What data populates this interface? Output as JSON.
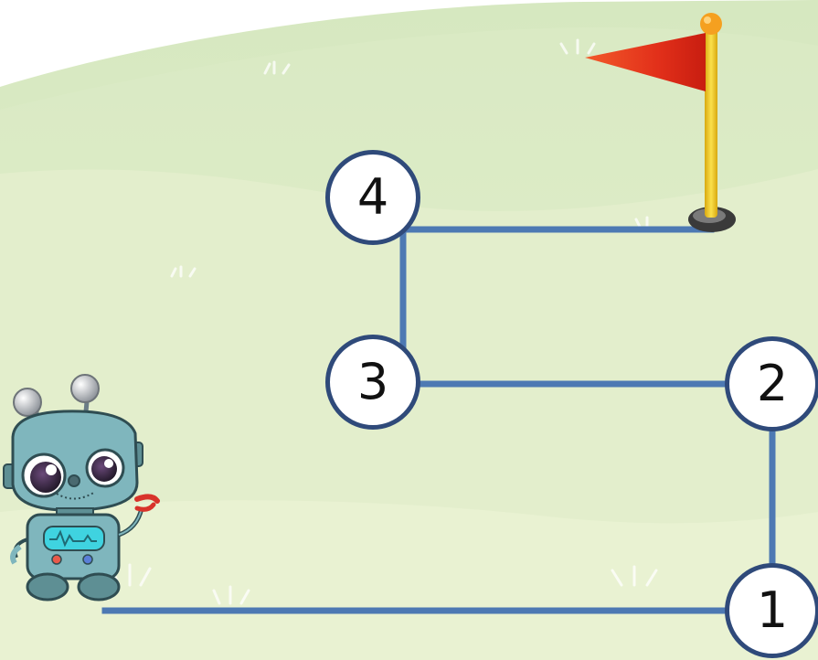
{
  "scene": {
    "colors": {
      "sky": "#ffffff",
      "grass_light": "#e6efcf",
      "grass_mid": "#d7e8c0",
      "path": "#4d79b3",
      "node_border": "#2f4a7a",
      "flag": "#e8351c",
      "pole": "#f2cc22"
    },
    "nodes": [
      {
        "label": "1"
      },
      {
        "label": "2"
      },
      {
        "label": "3"
      },
      {
        "label": "4"
      }
    ],
    "goal": {
      "icon": "red-flag-icon"
    },
    "character": {
      "icon": "robot-icon"
    }
  }
}
